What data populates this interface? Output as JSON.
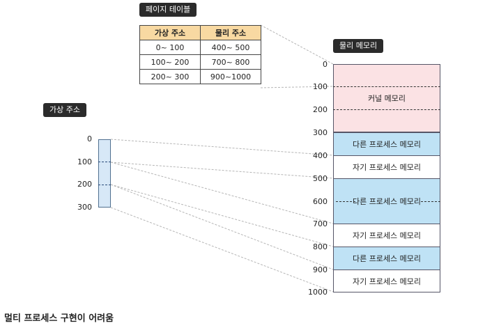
{
  "page_table": {
    "title": "페이지 테이블",
    "headers": [
      "가상 주소",
      "물리 주소"
    ],
    "rows": [
      [
        "0~ 100",
        "400~ 500"
      ],
      [
        "100~ 200",
        "700~ 800"
      ],
      [
        "200~ 300",
        "900~1000"
      ]
    ]
  },
  "virtual": {
    "title": "가상 주소",
    "ticks": [
      "0",
      "100",
      "200",
      "300"
    ]
  },
  "physical": {
    "title": "물리 메모리",
    "ticks": [
      "0",
      "100",
      "200",
      "300",
      "400",
      "500",
      "600",
      "700",
      "800",
      "900",
      "1000"
    ],
    "blocks": [
      {
        "label": "커널 메모리",
        "kind": "kernel"
      },
      {
        "label": "다른 프로세스 메모리",
        "kind": "other"
      },
      {
        "label": "자기 프로세스 메모리",
        "kind": "self"
      },
      {
        "label": "다른 프로세스 메모리",
        "kind": "other"
      },
      {
        "label": "자기 프로세스 메모리",
        "kind": "self"
      },
      {
        "label": "다른 프로세스 메모리",
        "kind": "other"
      },
      {
        "label": "자기 프로세스 메모리",
        "kind": "self"
      }
    ]
  },
  "caption": "멀티 프로세스 구현이 어려움",
  "colors": {
    "kernel": "#fbe2e4",
    "other_process": "#bfe2f5",
    "header": "#f8d9a2",
    "virtual_box": "#d7e8f7"
  }
}
